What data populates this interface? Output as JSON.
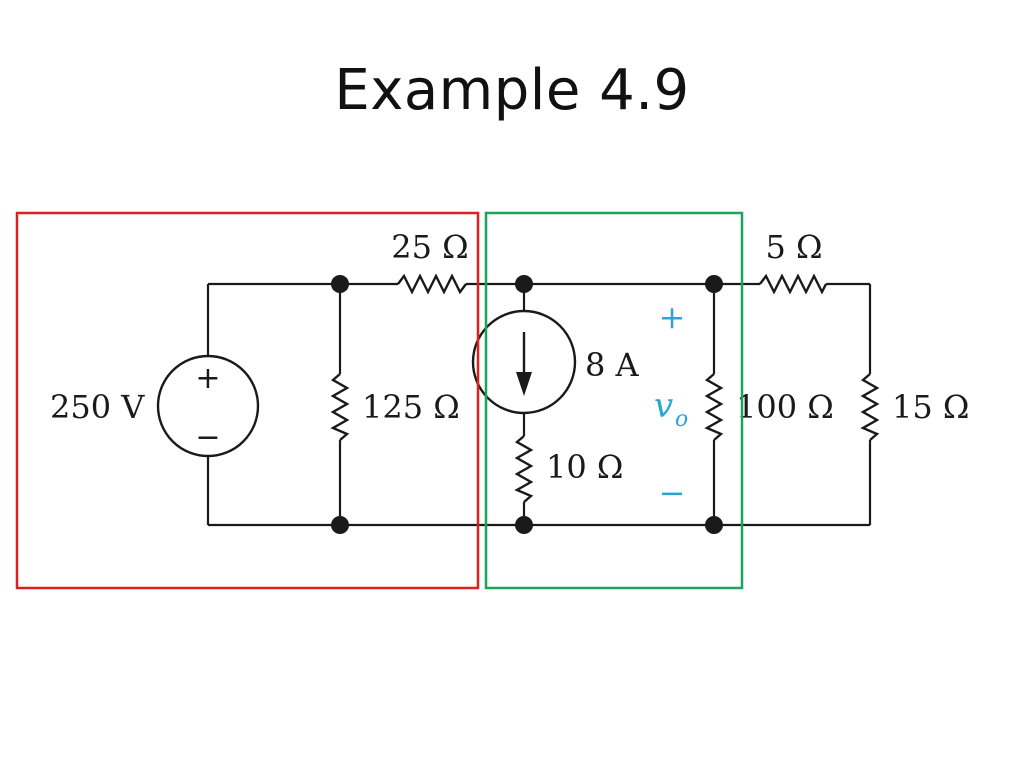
{
  "slide": {
    "title": "Example 4.9"
  },
  "circuit": {
    "voltage_source": {
      "label": "250 V",
      "plus": "+",
      "minus": "−"
    },
    "r125": {
      "label": "125 Ω"
    },
    "r25": {
      "label": "25 Ω"
    },
    "current_source": {
      "label": "8 A"
    },
    "r10": {
      "label": "10 Ω"
    },
    "output_voltage": {
      "symbol": "v",
      "subscript": "o",
      "plus": "+",
      "minus": "−"
    },
    "r100": {
      "label": "100 Ω"
    },
    "r5": {
      "label": "5 Ω"
    },
    "r15": {
      "label": "15 Ω"
    }
  },
  "colors": {
    "red_box": "#e02020",
    "green_box": "#1aa55a",
    "vo_blue": "#2aa6d6",
    "wire": "#1a1a1a"
  }
}
